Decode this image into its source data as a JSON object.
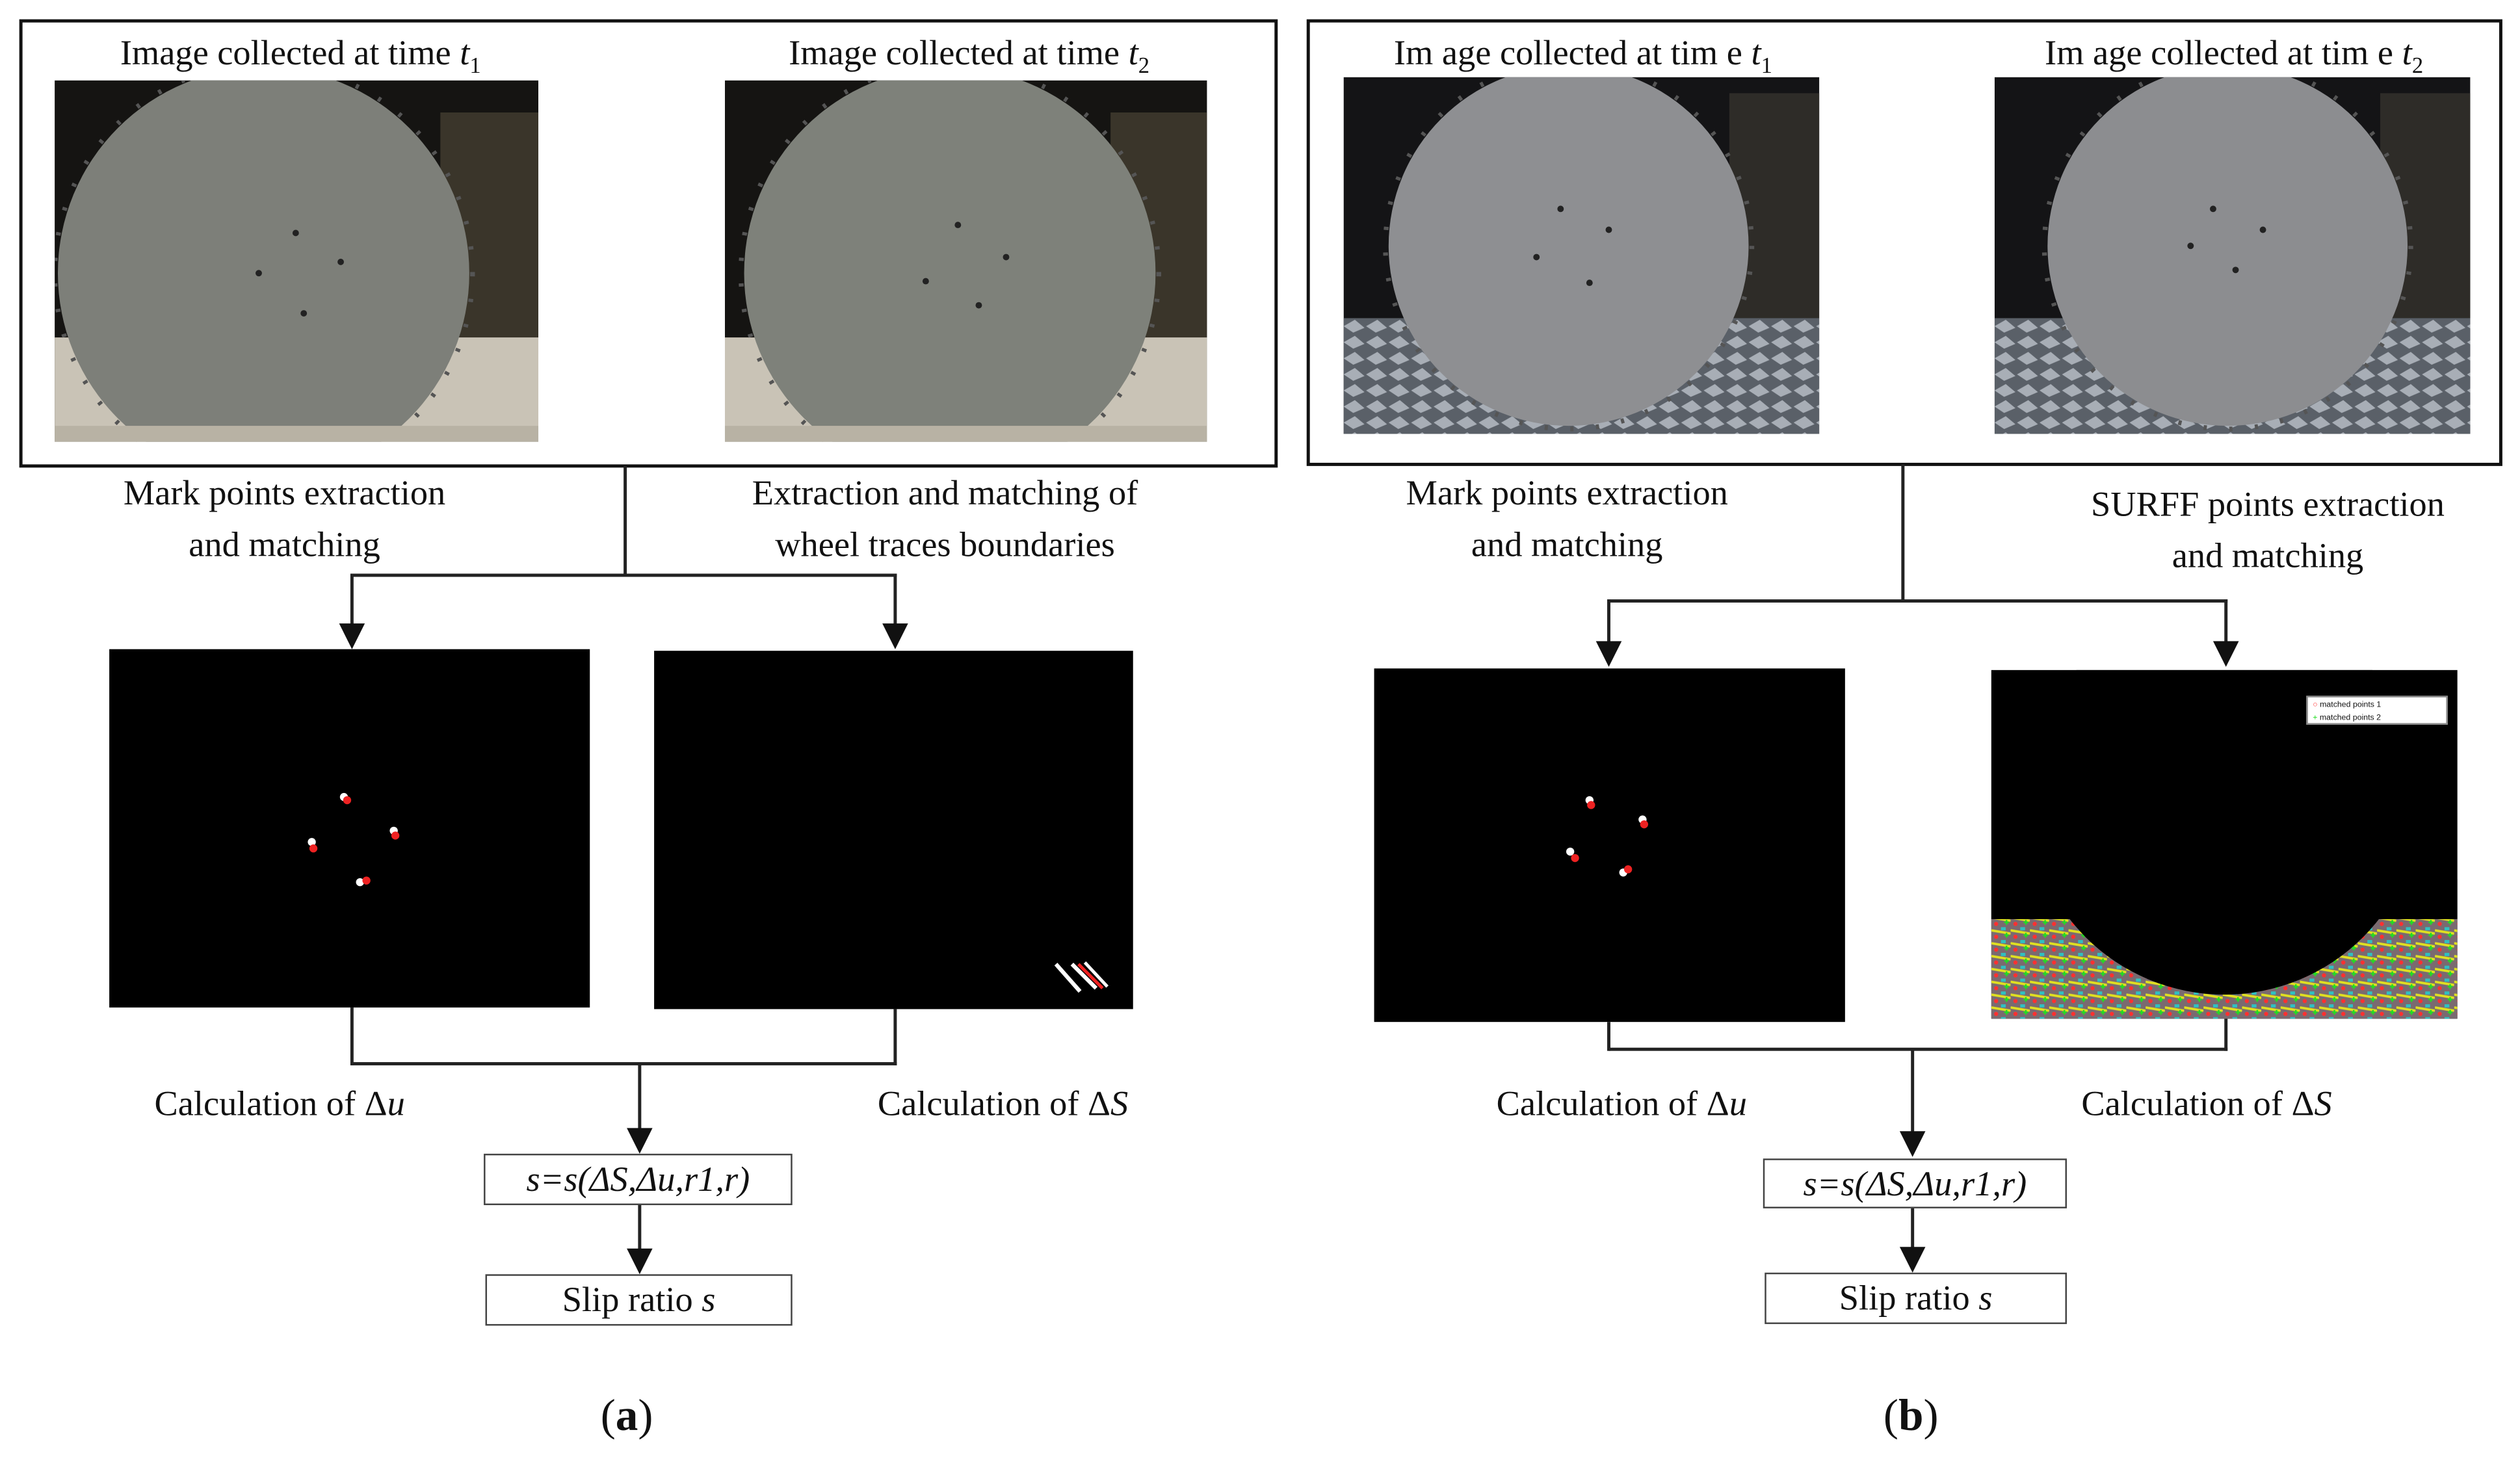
{
  "panel_a": {
    "img_label_prefix": "Image collected at time ",
    "var_t": "t",
    "sub1": "1",
    "sub2": "2",
    "left_step": [
      "Mark points extraction",
      "and matching"
    ],
    "right_step": [
      "Extraction and matching of",
      "wheel traces boundaries"
    ],
    "calc_left": "Calculation of Δ",
    "calc_left_var": "u",
    "calc_right": "Calculation of Δ",
    "calc_right_var": "S",
    "formula": "s=s(ΔS,Δu,r1,r)",
    "slip_label": "Slip ratio ",
    "slip_var": "s",
    "caption": "a"
  },
  "panel_b": {
    "img_label_prefix": "Im age collected at tim e ",
    "var_t": "t",
    "sub1": "1",
    "sub2": "2",
    "left_step": [
      "Mark points extraction",
      "and matching"
    ],
    "right_step": [
      "SURFF points extraction",
      "and matching"
    ],
    "calc_left": "Calculation of Δ",
    "calc_left_var": "u",
    "calc_right": "Calculation of Δ",
    "calc_right_var": "S",
    "formula": "s=s(ΔS,Δu,r1,r)",
    "slip_label": "Slip ratio ",
    "slip_var": "s",
    "legend": [
      "matched points 1",
      "matched points 2"
    ],
    "legend_colors": [
      "#ff3030",
      "#22dd22"
    ],
    "caption": "b"
  }
}
